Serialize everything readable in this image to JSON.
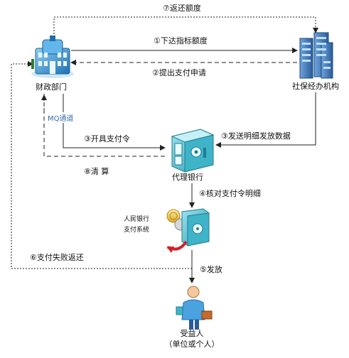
{
  "nodes": {
    "finance": {
      "label": "财政部门",
      "icon": "government-building-icon"
    },
    "social_security": {
      "label": "社保经办机构",
      "icon": "server-cluster-icon"
    },
    "agent_bank": {
      "label": "代理银行",
      "icon": "bank-vault-icon"
    },
    "pboc": {
      "label_line1": "人民银行",
      "label_line2": "支付系统",
      "icon": "pboc-payment-system-icon"
    },
    "beneficiary": {
      "label_line1": "受益人",
      "label_line2": "（单位或个人）",
      "icon": "person-with-briefcase-icon"
    }
  },
  "channel": {
    "label": "MQ通道"
  },
  "flows": {
    "step1": "①下达指标额度",
    "step2": "②提出支付申请",
    "step3_finance": "③开具支付令",
    "step3_social": "③发送明细发放数据",
    "step4": "④核对支付令明细",
    "step5": "⑤发放",
    "step6": "⑥支付失败返还",
    "step7": "⑦返还额度",
    "step8": "⑧清  算"
  },
  "colors": {
    "line": "#222222",
    "building_blue": "#2f8fd0",
    "bank_teal": "#3fb3c8",
    "server_blue": "#3a6fb0",
    "arrow_red": "#d2202a"
  }
}
